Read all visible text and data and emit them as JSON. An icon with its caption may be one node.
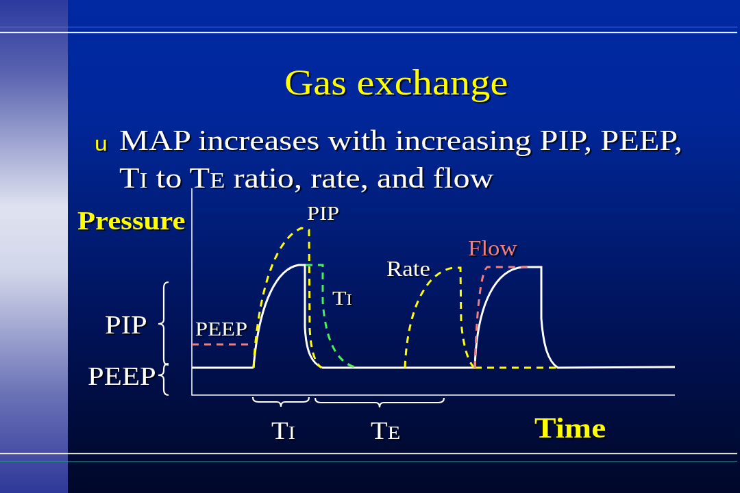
{
  "diagram": {
    "title": "Gas exchange",
    "labels": [
      "u",
      "MAP increases with increasing PIP, PEEP, T$_{I}$ to T$_{E}$ ratio, rate, and flow",
      "PIP",
      "Pressure",
      "Flow",
      "Rate",
      "T$_{I}$",
      "PIP",
      "PEEP",
      "PEEP",
      "T$_{I}$",
      "T$_{E}$",
      "Time"
    ]
  }
}
